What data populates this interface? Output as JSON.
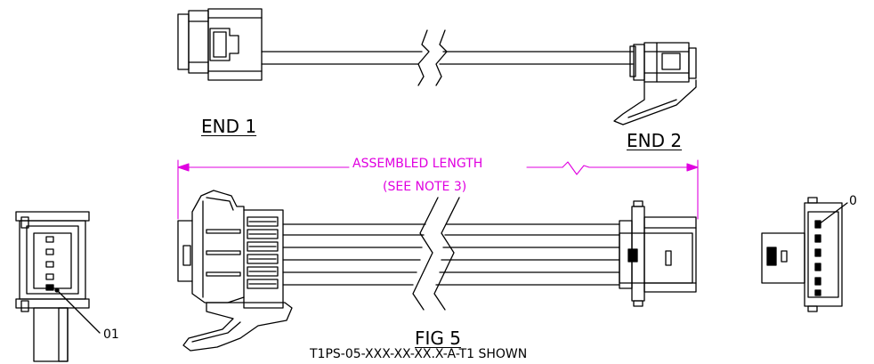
{
  "labels": {
    "end1": "END 1",
    "end2": "END 2",
    "assembled_length": "ASSEMBLED LENGTH",
    "see_note": "(SEE NOTE 3)",
    "fig": "FIG 5",
    "part_shown": "T1PS-05-XXX-XX-XX.X-A-T1 SHOWN",
    "callout_left": "01",
    "callout_right": "0"
  },
  "colors": {
    "line": "#000000",
    "dimension": "#e000e0",
    "background": "#ffffff"
  }
}
